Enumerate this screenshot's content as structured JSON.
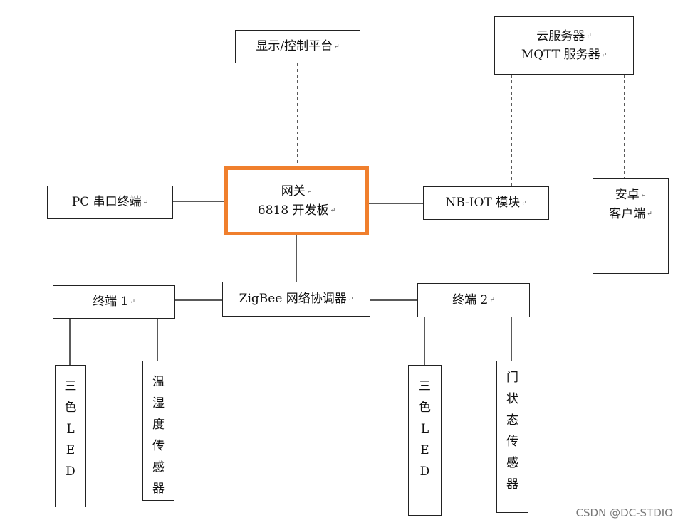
{
  "nodes": {
    "display": {
      "lines": [
        "显示/控制平台"
      ]
    },
    "cloud": {
      "lines": [
        "云服务器",
        "MQTT 服务器"
      ]
    },
    "android": {
      "lines": [
        "安卓",
        "客户端"
      ]
    },
    "pc": {
      "lines": [
        "PC 串口终端"
      ]
    },
    "gateway": {
      "lines": [
        "网关",
        "6818 开发板"
      ]
    },
    "nbiot": {
      "lines": [
        "NB-IOT 模块"
      ]
    },
    "zigbee": {
      "lines": [
        "ZigBee 网络协调器"
      ]
    },
    "terminal1": {
      "lines": [
        "终端 1"
      ]
    },
    "terminal2": {
      "lines": [
        "终端 2"
      ]
    },
    "led1": {
      "chars": [
        "三",
        "色",
        "L",
        "E",
        "D"
      ]
    },
    "temp": {
      "chars": [
        "温",
        "湿",
        "度",
        "传",
        "感",
        "器"
      ]
    },
    "led2": {
      "chars": [
        "三",
        "色",
        "L",
        "E",
        "D"
      ]
    },
    "door": {
      "chars": [
        "门",
        "状",
        "态",
        "传",
        "感",
        "器"
      ]
    }
  },
  "colors": {
    "gateway_border": "#f07f2d",
    "line": "#222222"
  },
  "watermark": "CSDN @DC-STDIO"
}
